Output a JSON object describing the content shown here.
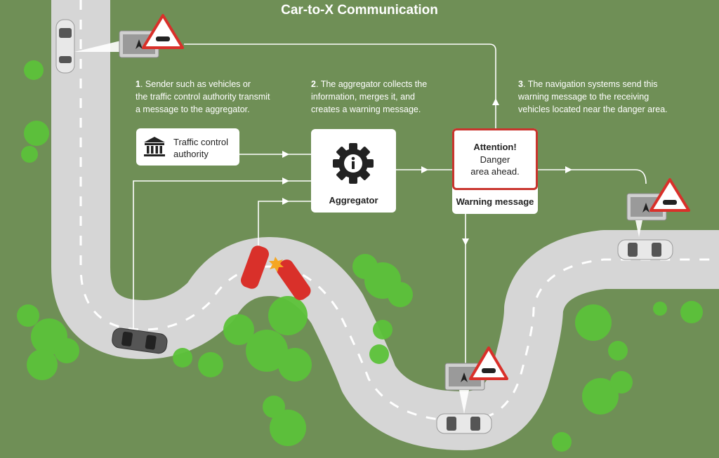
{
  "title": "Car-to-X Communication",
  "steps": [
    {
      "number": "1",
      "lines": [
        "Sender such as vehicles or",
        "the traffic control authority transmit",
        "a message to the aggregator."
      ]
    },
    {
      "number": "2",
      "lines": [
        "The aggregator collects the",
        "information, merges it, and",
        "creates a warning message."
      ]
    },
    {
      "number": "3",
      "lines": [
        "The navigation systems send this",
        "warning message to the receiving",
        "vehicles located near the danger area."
      ]
    }
  ],
  "traffic_control": {
    "lines": [
      "Traffic control",
      "authority"
    ],
    "icon": "bank-building-icon"
  },
  "aggregator": {
    "label": "Aggregator",
    "icon": "gear-info-icon"
  },
  "warning": {
    "title": "Attention!",
    "lines": [
      "Danger",
      "area ahead."
    ],
    "label": "Warning message"
  },
  "colors": {
    "background": "#6f8f56",
    "road": "#d6d6d6",
    "accent_red": "#c9352e",
    "tree": "#5cc23a",
    "line": "#ffffff"
  },
  "icons": [
    "navigation-device-icon",
    "warning-triangle-icon",
    "crash-burst-icon"
  ]
}
